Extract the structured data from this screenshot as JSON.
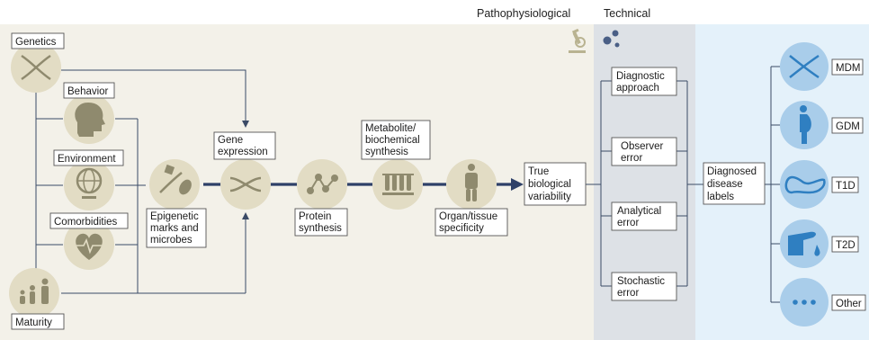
{
  "headers": {
    "pathophysiological": "Pathophysiological",
    "technical": "Technical"
  },
  "inputs": {
    "genetics": "Genetics",
    "behavior": "Behavior",
    "environment": "Environment",
    "comorbidities": "Comorbidities",
    "maturity": "Maturity"
  },
  "pathway": {
    "epigenetic": [
      "Epigenetic",
      "marks and",
      "microbes"
    ],
    "gene_expression": [
      "Gene",
      "expression"
    ],
    "protein_synthesis": [
      "Protein",
      "synthesis"
    ],
    "metabolite": [
      "Metabolite/",
      "biochemical",
      "synthesis"
    ],
    "organ": [
      "Organ/tissue",
      "specificity"
    ],
    "variability": [
      "True",
      "biological",
      "variability"
    ]
  },
  "technical": {
    "diagnostic": [
      "Diagnostic",
      "approach"
    ],
    "observer": [
      "Observer",
      "error"
    ],
    "analytical": [
      "Analytical",
      "error"
    ],
    "stochastic": [
      "Stochastic",
      "error"
    ]
  },
  "labels": {
    "diagnosed": [
      "Diagnosed",
      "disease",
      "labels"
    ]
  },
  "outcomes": {
    "mdm": "MDM",
    "gdm": "GDM",
    "t1d": "T1D",
    "t2d": "T2D",
    "other": "Other"
  },
  "colors": {
    "patho_bg": "#f3f1e9",
    "technical_bg": "#dde1e6",
    "outcome_bg": "#e4f1fa"
  }
}
